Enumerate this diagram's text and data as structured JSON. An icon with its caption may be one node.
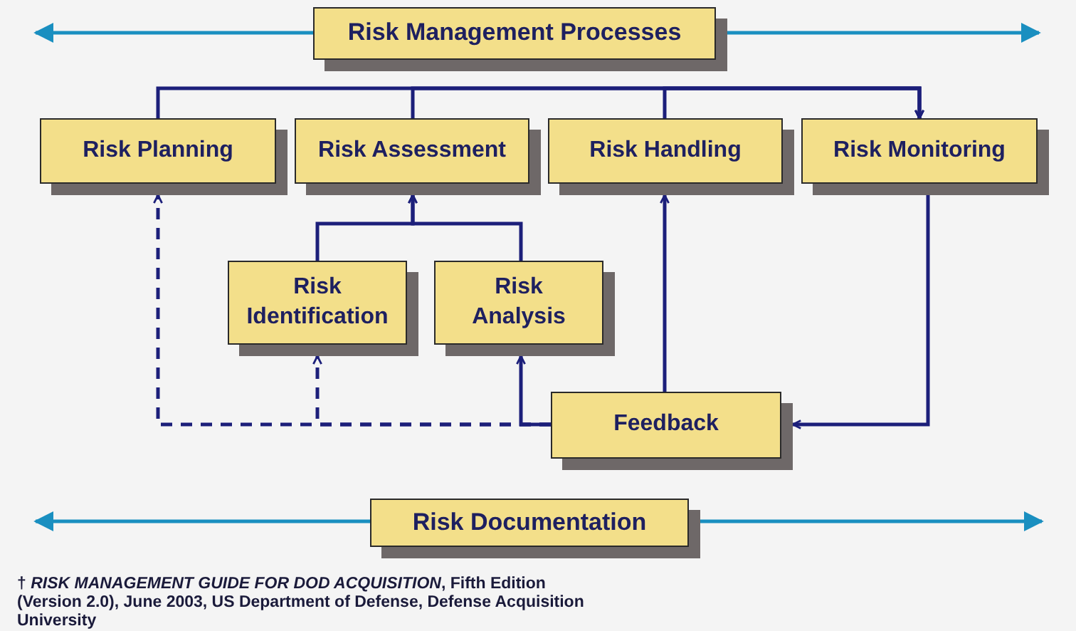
{
  "diagram": {
    "nodes": [
      {
        "text": [
          "Risk Management Processes"
        ]
      },
      {
        "text": [
          "Risk Planning"
        ]
      },
      {
        "text": [
          "Risk Assessment"
        ]
      },
      {
        "text": [
          "Risk Handling"
        ]
      },
      {
        "text": [
          "Risk Monitoring"
        ]
      },
      {
        "text": [
          "Risk Identification"
        ]
      },
      {
        "text": [
          "Risk Analysis"
        ]
      },
      {
        "text": [
          "Feedback"
        ]
      },
      {
        "text": [
          "Risk Documentation"
        ]
      }
    ],
    "edges": [
      {
        "from": 1,
        "to": 4,
        "arrow": "to"
      },
      {
        "from": 2,
        "to": 4,
        "arrow": "to"
      },
      {
        "from": 3,
        "to": 4,
        "arrow": "to"
      },
      {
        "from": 5,
        "to": 2,
        "arrow": "to"
      },
      {
        "from": 6,
        "to": 2,
        "arrow": "to"
      },
      {
        "from": 7,
        "to": 3,
        "arrow": "to"
      },
      {
        "from": 4,
        "to": 7,
        "arrow": "to"
      },
      {
        "from": 7,
        "to": 6,
        "arrow": "to"
      },
      {
        "from": 7,
        "to": 5,
        "arrow": "to",
        "style": "dashed"
      },
      {
        "from": 7,
        "to": 1,
        "arrow": "to",
        "style": "dashed"
      },
      {
        "from": 0,
        "to": null,
        "arrow": "to",
        "color": "#1a8fc0"
      },
      {
        "from": 0,
        "to": null,
        "arrow": "to",
        "color": "#1a8fc0"
      },
      {
        "from": 8,
        "to": null,
        "arrow": "to",
        "color": "#1a8fc0"
      },
      {
        "from": 8,
        "to": null,
        "arrow": "to",
        "color": "#1a8fc0"
      }
    ],
    "labels": [
      "† *RISK MANAGEMENT GUIDE FOR DOD ACQUISITION*, Fifth Edition (Version 2.0), June 2003, US Department of Defense, Defense Acquisition University"
    ]
  }
}
